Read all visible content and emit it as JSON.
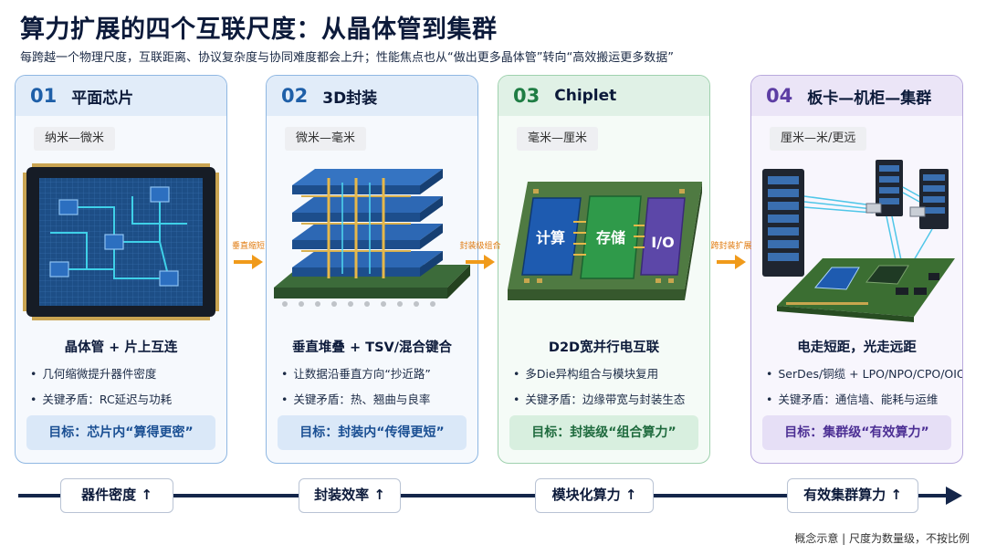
{
  "title": "算力扩展的四个互联尺度：从晶体管到集群",
  "subtitle": "每跨越一个物理尺度，互联距离、协议复杂度与协同难度都会上升；性能焦点也从“做出更多晶体管”转向“高效搬运更多数据”",
  "cards": [
    {
      "num": "01",
      "name": "平面芯片",
      "scale": "纳米—微米",
      "subhead": "晶体管 + 片上互连",
      "bullets": [
        "几何缩微提升器件密度",
        "关键矛盾：RC延迟与功耗"
      ],
      "goal": "目标：芯片内“算得更密”"
    },
    {
      "num": "02",
      "name": "3D封装",
      "scale": "微米—毫米",
      "subhead": "垂直堆叠 + TSV/混合键合",
      "bullets": [
        "让数据沿垂直方向“抄近路”",
        "关键矛盾：热、翘曲与良率"
      ],
      "goal": "目标：封装内“传得更短”"
    },
    {
      "num": "03",
      "name": "Chiplet",
      "scale": "毫米—厘米",
      "subhead": "D2D宽并行电互联",
      "bullets": [
        "多Die异构组合与模块复用",
        "关键矛盾：边缘带宽与封装生态"
      ],
      "goal": "目标：封装级“组合算力”",
      "die_labels": [
        "计算",
        "存储",
        "I/O"
      ]
    },
    {
      "num": "04",
      "name": "板卡—机柜—集群",
      "scale": "厘米—米/更远",
      "subhead": "电走短距，光走远距",
      "bullets": [
        "SerDes/铜缆 + LPO/NPO/CPO/OIO",
        "关键矛盾：通信墙、能耗与运维"
      ],
      "goal": "目标：集群级“有效算力”"
    }
  ],
  "connectors": [
    "垂直缩短",
    "封装级组合",
    "跨封装扩展"
  ],
  "axis": [
    "器件密度 ↑",
    "封装效率 ↑",
    "模块化算力 ↑",
    "有效集群算力 ↑"
  ],
  "footnote": "概念示意 | 尺度为数量级，不按比例",
  "colors": {
    "blue": "#1e5fa8",
    "green": "#1f7d44",
    "purple": "#5d3ea4",
    "orange": "#f09a1a",
    "navy": "#14264a"
  }
}
